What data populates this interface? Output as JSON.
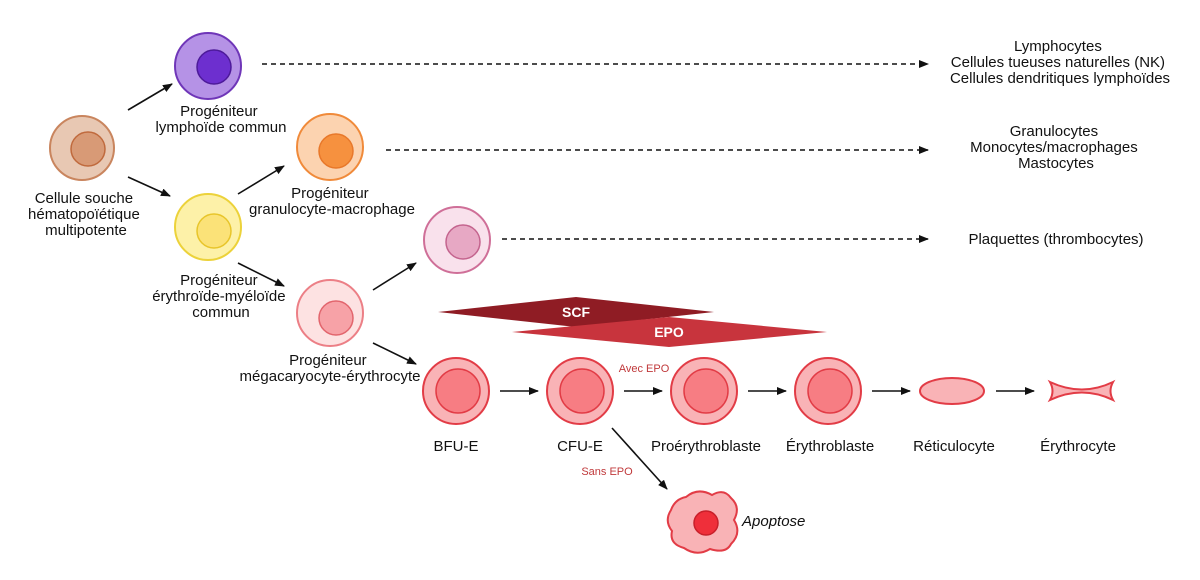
{
  "cells": {
    "hsc": {
      "label_lines": [
        "Cellule souche",
        "hématopoïétique",
        "multipotente"
      ]
    },
    "lymphoid": {
      "label_lines": [
        "Progéniteur",
        "lymphoïde commun"
      ]
    },
    "myeloid": {
      "label_lines": [
        "Progéniteur",
        "érythroïde-myéloïde",
        "commun"
      ]
    },
    "granulo": {
      "label_lines": [
        "Progéniteur",
        "granulocyte-macrophage"
      ]
    },
    "megaery": {
      "label_lines": [
        "Progéniteur",
        "mégacaryocyte-érythrocyte"
      ]
    }
  },
  "outputs": {
    "lymphoid": [
      "Lymphocytes",
      "Cellules tueuses naturelles (NK)",
      "Cellules dendritiques lymphoïdes"
    ],
    "granulo": [
      "Granulocytes",
      "Monocytes/macrophages",
      "Mastocytes"
    ],
    "platelets": [
      "Plaquettes (thrombocytes)"
    ]
  },
  "factors": {
    "scf": "SCF",
    "epo": "EPO"
  },
  "stages": [
    "BFU-E",
    "CFU-E",
    "Proérythroblaste",
    "Érythroblaste",
    "Réticulocyte",
    "Érythrocyte"
  ],
  "annotations": {
    "with_epo": "Avec EPO",
    "without_epo": "Sans EPO",
    "apoptosis": "Apoptose"
  },
  "colors": {
    "brown": "#c9855e",
    "purple": "#7a3fc4",
    "yellow": "#f5d844",
    "orange": "#f58a3a",
    "pink": "#cf6f98",
    "red": "#e23c46",
    "banner_dark": "#8f1c24",
    "banner_light": "#c8343d"
  }
}
